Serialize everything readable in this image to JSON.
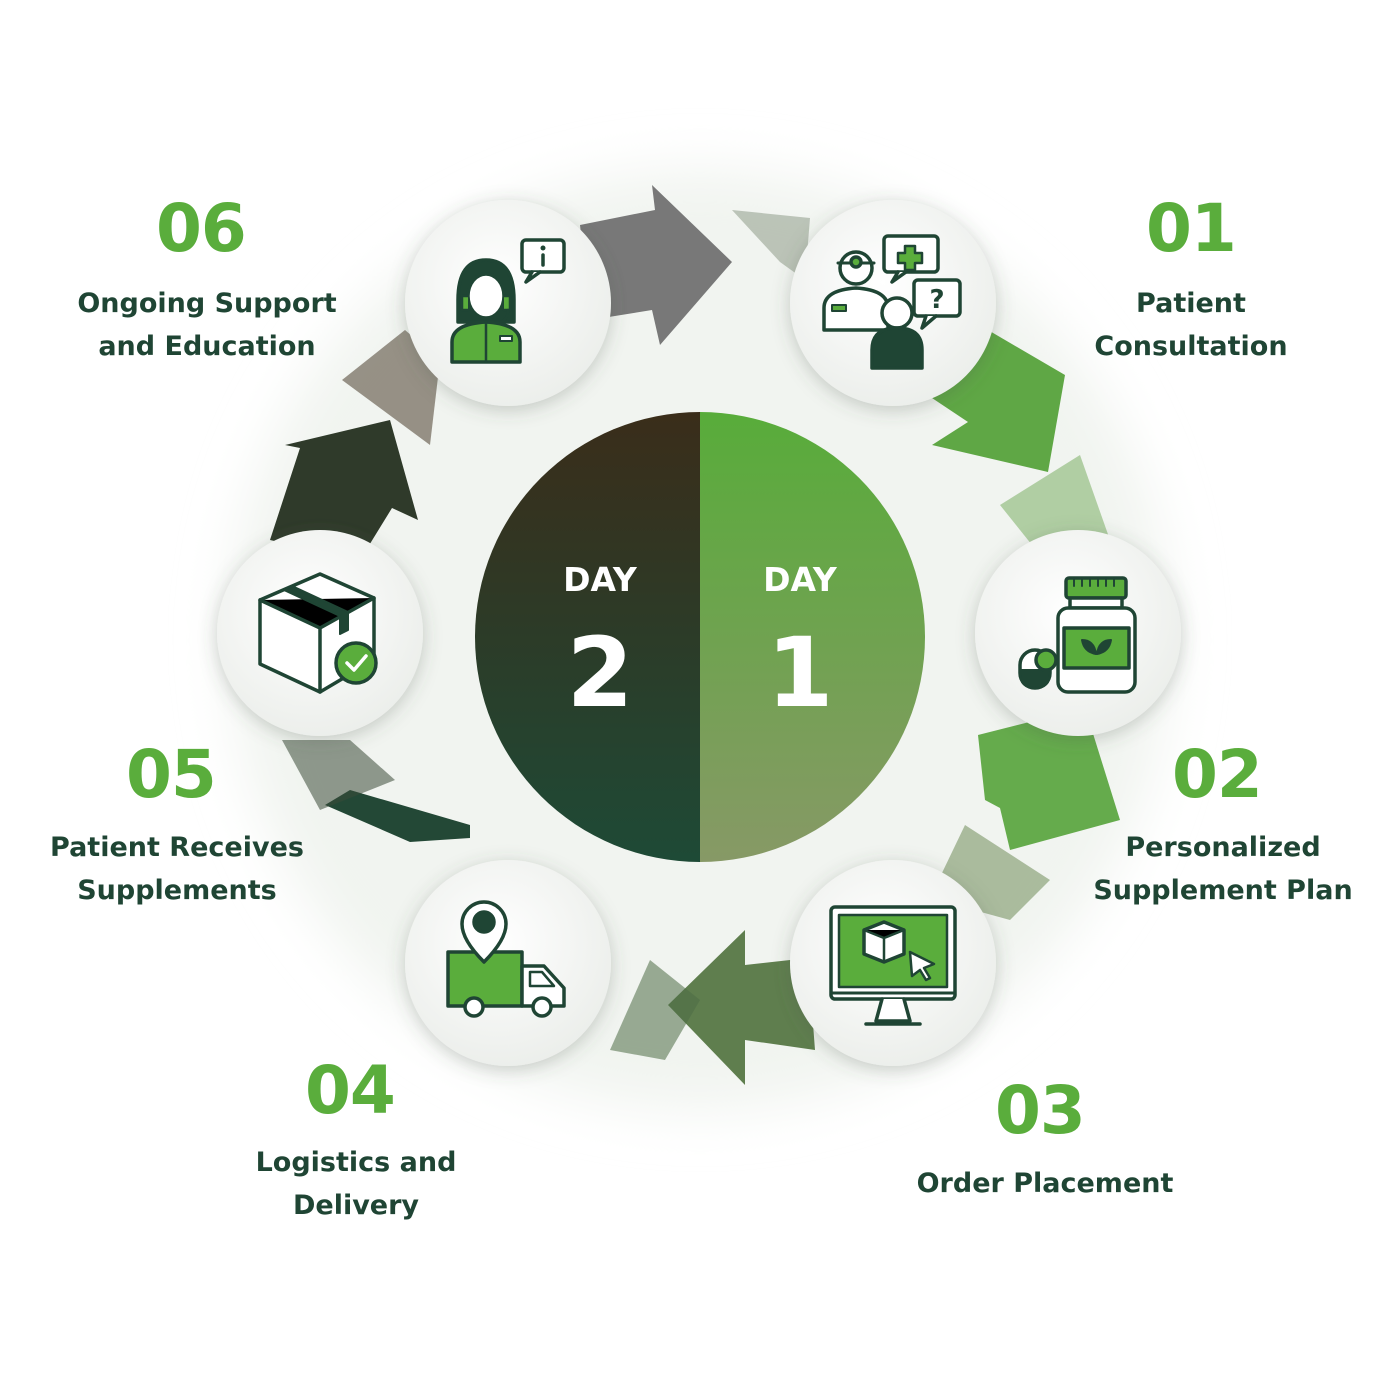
{
  "center": {
    "left": {
      "label": "DAY",
      "number": "2",
      "color_top": "#3a2d1a",
      "color_bottom": "#1e4a36"
    },
    "right": {
      "label": "DAY",
      "number": "1",
      "color_top": "#58ac3a",
      "color_bottom": "#879966"
    }
  },
  "steps": [
    {
      "number": "01",
      "lines": [
        "Patient",
        "Consultation"
      ],
      "icon": "doctor-consultation-icon"
    },
    {
      "number": "02",
      "lines": [
        "Personalized",
        "Supplement Plan"
      ],
      "icon": "supplement-bottle-icon"
    },
    {
      "number": "03",
      "lines": [
        "Order Placement"
      ],
      "icon": "online-order-monitor-icon"
    },
    {
      "number": "04",
      "lines": [
        "Logistics and",
        "Delivery"
      ],
      "icon": "delivery-truck-icon"
    },
    {
      "number": "05",
      "lines": [
        "Patient Receives",
        "Supplements"
      ],
      "icon": "package-received-icon"
    },
    {
      "number": "06",
      "lines": [
        "Ongoing Support",
        "and Education"
      ],
      "icon": "support-agent-icon"
    }
  ],
  "colors": {
    "accent_green": "#5aad3c",
    "dark_green": "#1f4534",
    "icon_stroke": "#1f4534"
  }
}
